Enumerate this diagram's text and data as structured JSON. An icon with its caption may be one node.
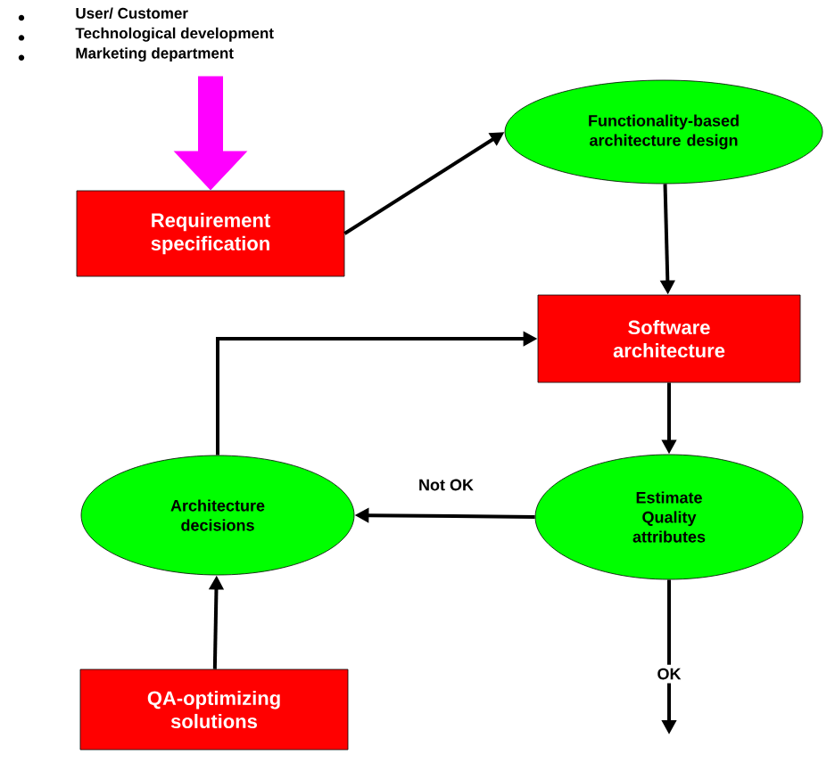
{
  "diagram": {
    "nodes": [
      {
        "text": [
          "User/ Customer",
          "Technological development",
          "Marketing department"
        ]
      },
      {
        "text": [
          "Requirement specification"
        ]
      },
      {
        "text": [
          "Functionality-based architecture design"
        ]
      },
      {
        "text": [
          "Software architecture"
        ]
      },
      {
        "text": [
          "Estimate Quality attributes"
        ]
      },
      {
        "text": [
          "Architecture decisions"
        ]
      },
      {
        "text": [
          "QA-optimizing solutions"
        ]
      }
    ],
    "edges": [
      {
        "from": 0,
        "to": 1,
        "arrow": "to",
        "style": "thick",
        "color": "#ff00ff"
      },
      {
        "from": 1,
        "to": 2,
        "arrow": "to"
      },
      {
        "from": 2,
        "to": 3,
        "arrow": "to"
      },
      {
        "from": 3,
        "to": 4,
        "arrow": "to"
      },
      {
        "from": 4,
        "to": 5,
        "arrow": "to",
        "label": "Not OK"
      },
      {
        "from": 5,
        "to": 3,
        "arrow": "to"
      },
      {
        "from": 6,
        "to": 5,
        "arrow": "to"
      },
      {
        "from": 4,
        "to": null,
        "arrow": "to",
        "label": "OK"
      }
    ]
  }
}
